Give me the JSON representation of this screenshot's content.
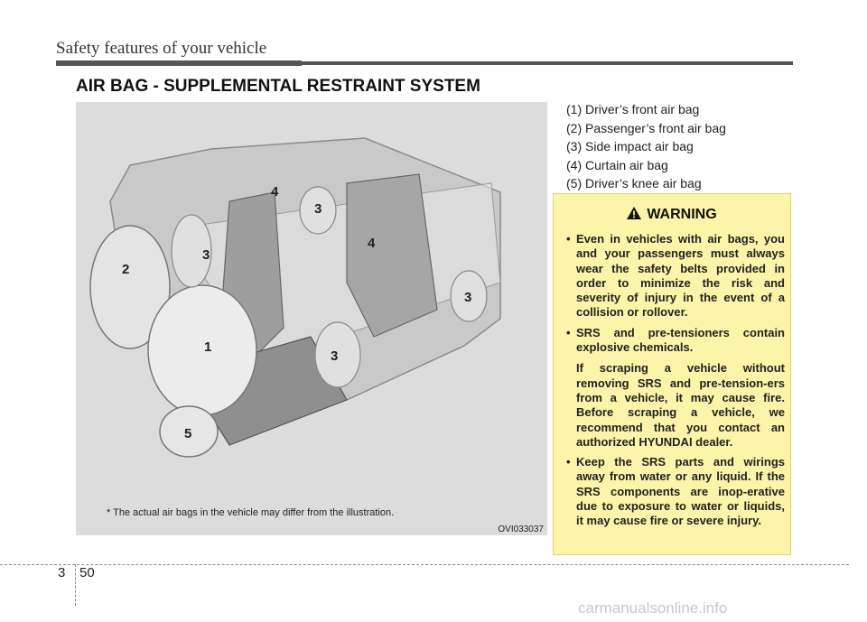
{
  "header": {
    "title": "Safety features of your vehicle"
  },
  "section": {
    "title": "AIR BAG - SUPPLEMENTAL RESTRAINT SYSTEM"
  },
  "figure": {
    "caption": "* The actual air bags in the vehicle may differ from the illustration.",
    "code": "OVI033037",
    "labels": [
      "4",
      "3",
      "4",
      "2",
      "3",
      "3",
      "1",
      "3",
      "5"
    ]
  },
  "legend": {
    "items": [
      "(1) Driver’s front air bag",
      "(2) Passenger’s front air bag",
      "(3) Side impact air bag",
      "(4) Curtain air bag",
      "(5) Driver’s knee air bag"
    ]
  },
  "warning": {
    "title": "WARNING",
    "bullet": "•",
    "items": [
      {
        "text": "Even in vehicles with air bags, you and your passengers must always wear the safety belts provided in order to minimize the risk and severity of injury in the event of a collision or rollover."
      },
      {
        "text": "SRS and pre-tensioners contain explosive chemicals.",
        "extra": "If scraping a vehicle without removing SRS and pre-tension-ers from a vehicle, it may cause fire. Before scraping a vehicle, we recommend that you contact an authorized HYUNDAI dealer."
      },
      {
        "text": "Keep the SRS parts and wirings away from water or any liquid. If the SRS components are inop-erative due to exposure to water or liquids, it may cause fire or severe injury."
      }
    ]
  },
  "footer": {
    "chapter": "3",
    "page": "50",
    "watermark": "carmanualsonline.info"
  },
  "colors": {
    "warning_bg": "#fcf4a8",
    "figure_bg": "#dcdcdc",
    "rule": "#555555"
  }
}
